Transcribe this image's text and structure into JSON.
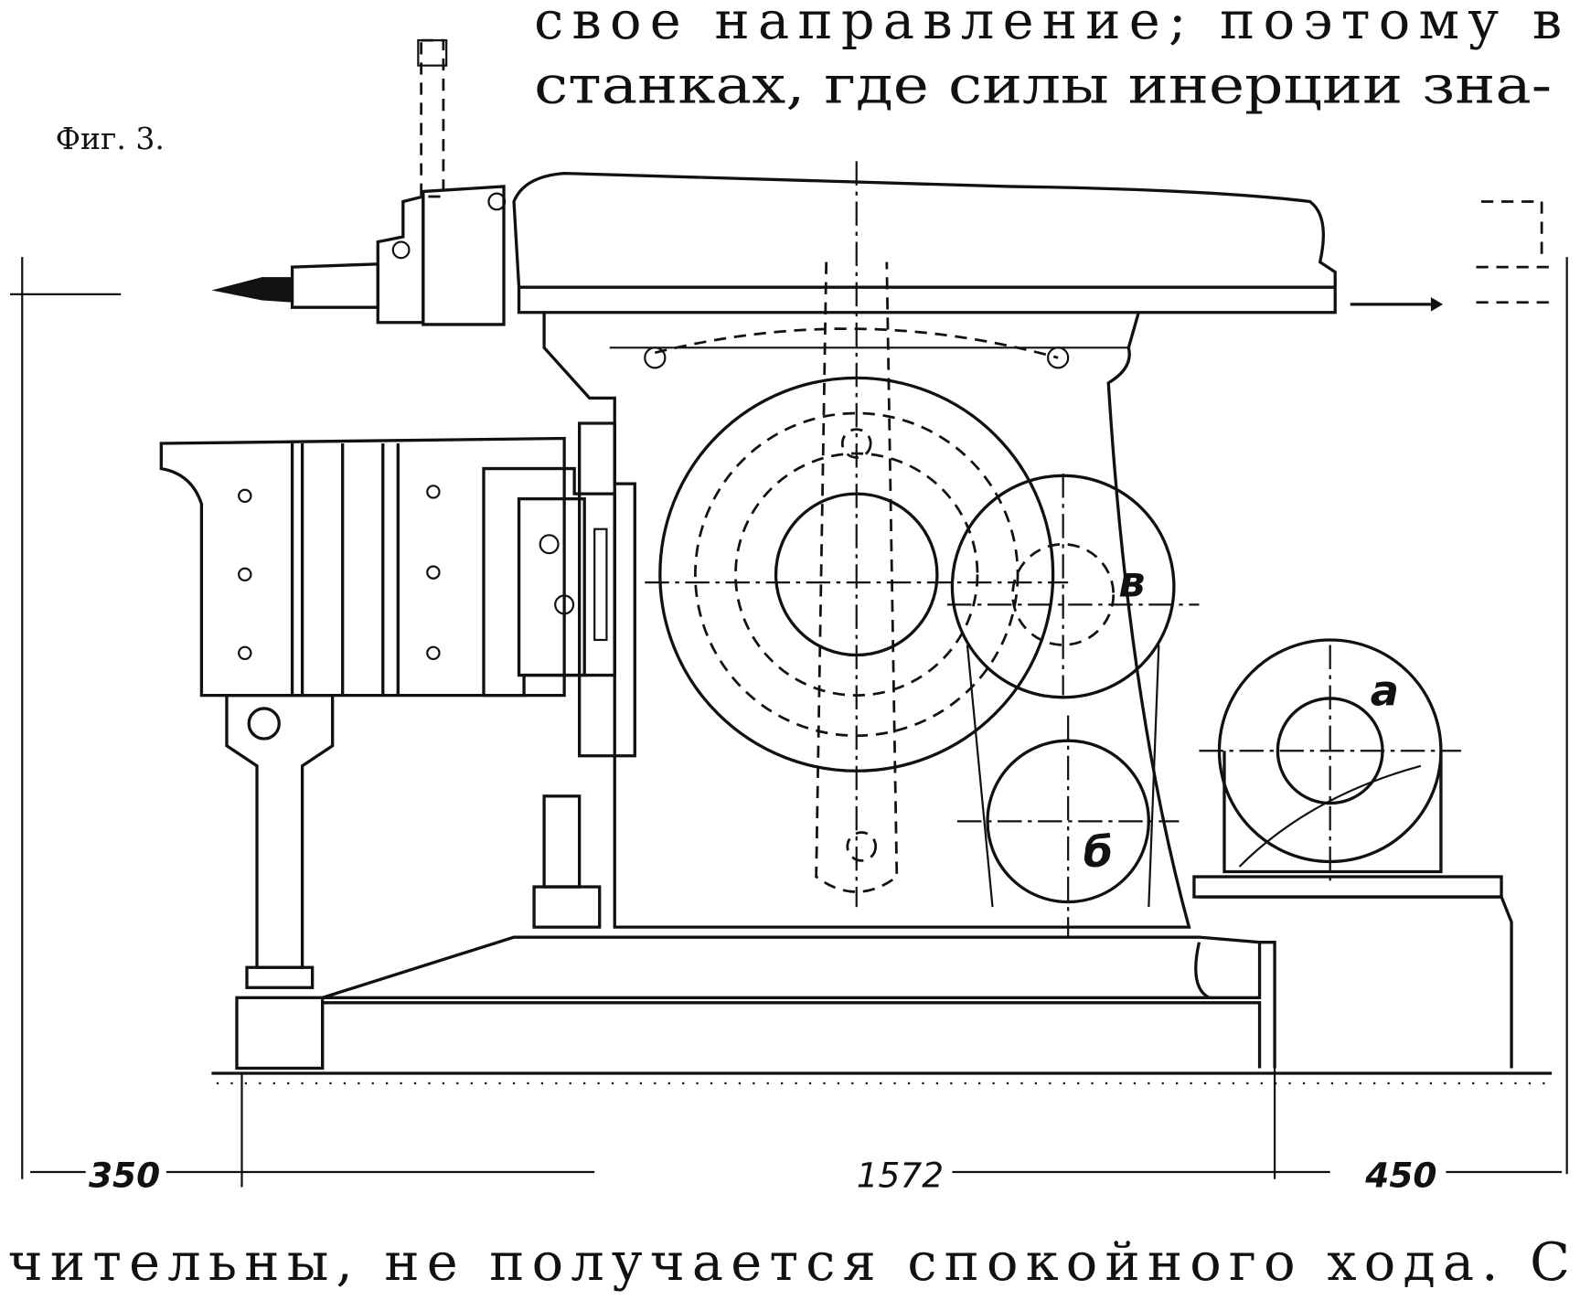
{
  "text": {
    "line_top_1": "свое направление; поэтому в",
    "line_top_2": "станках, где силы инерции зна-",
    "line_bottom": "чительны, не получается спокойного хода. С"
  },
  "figure": {
    "caption": "Фиг. 3.",
    "labels": {
      "v": "в",
      "a": "а",
      "b": "б"
    },
    "dimensions": {
      "left": "350",
      "middle": "1572",
      "right": "450"
    }
  }
}
